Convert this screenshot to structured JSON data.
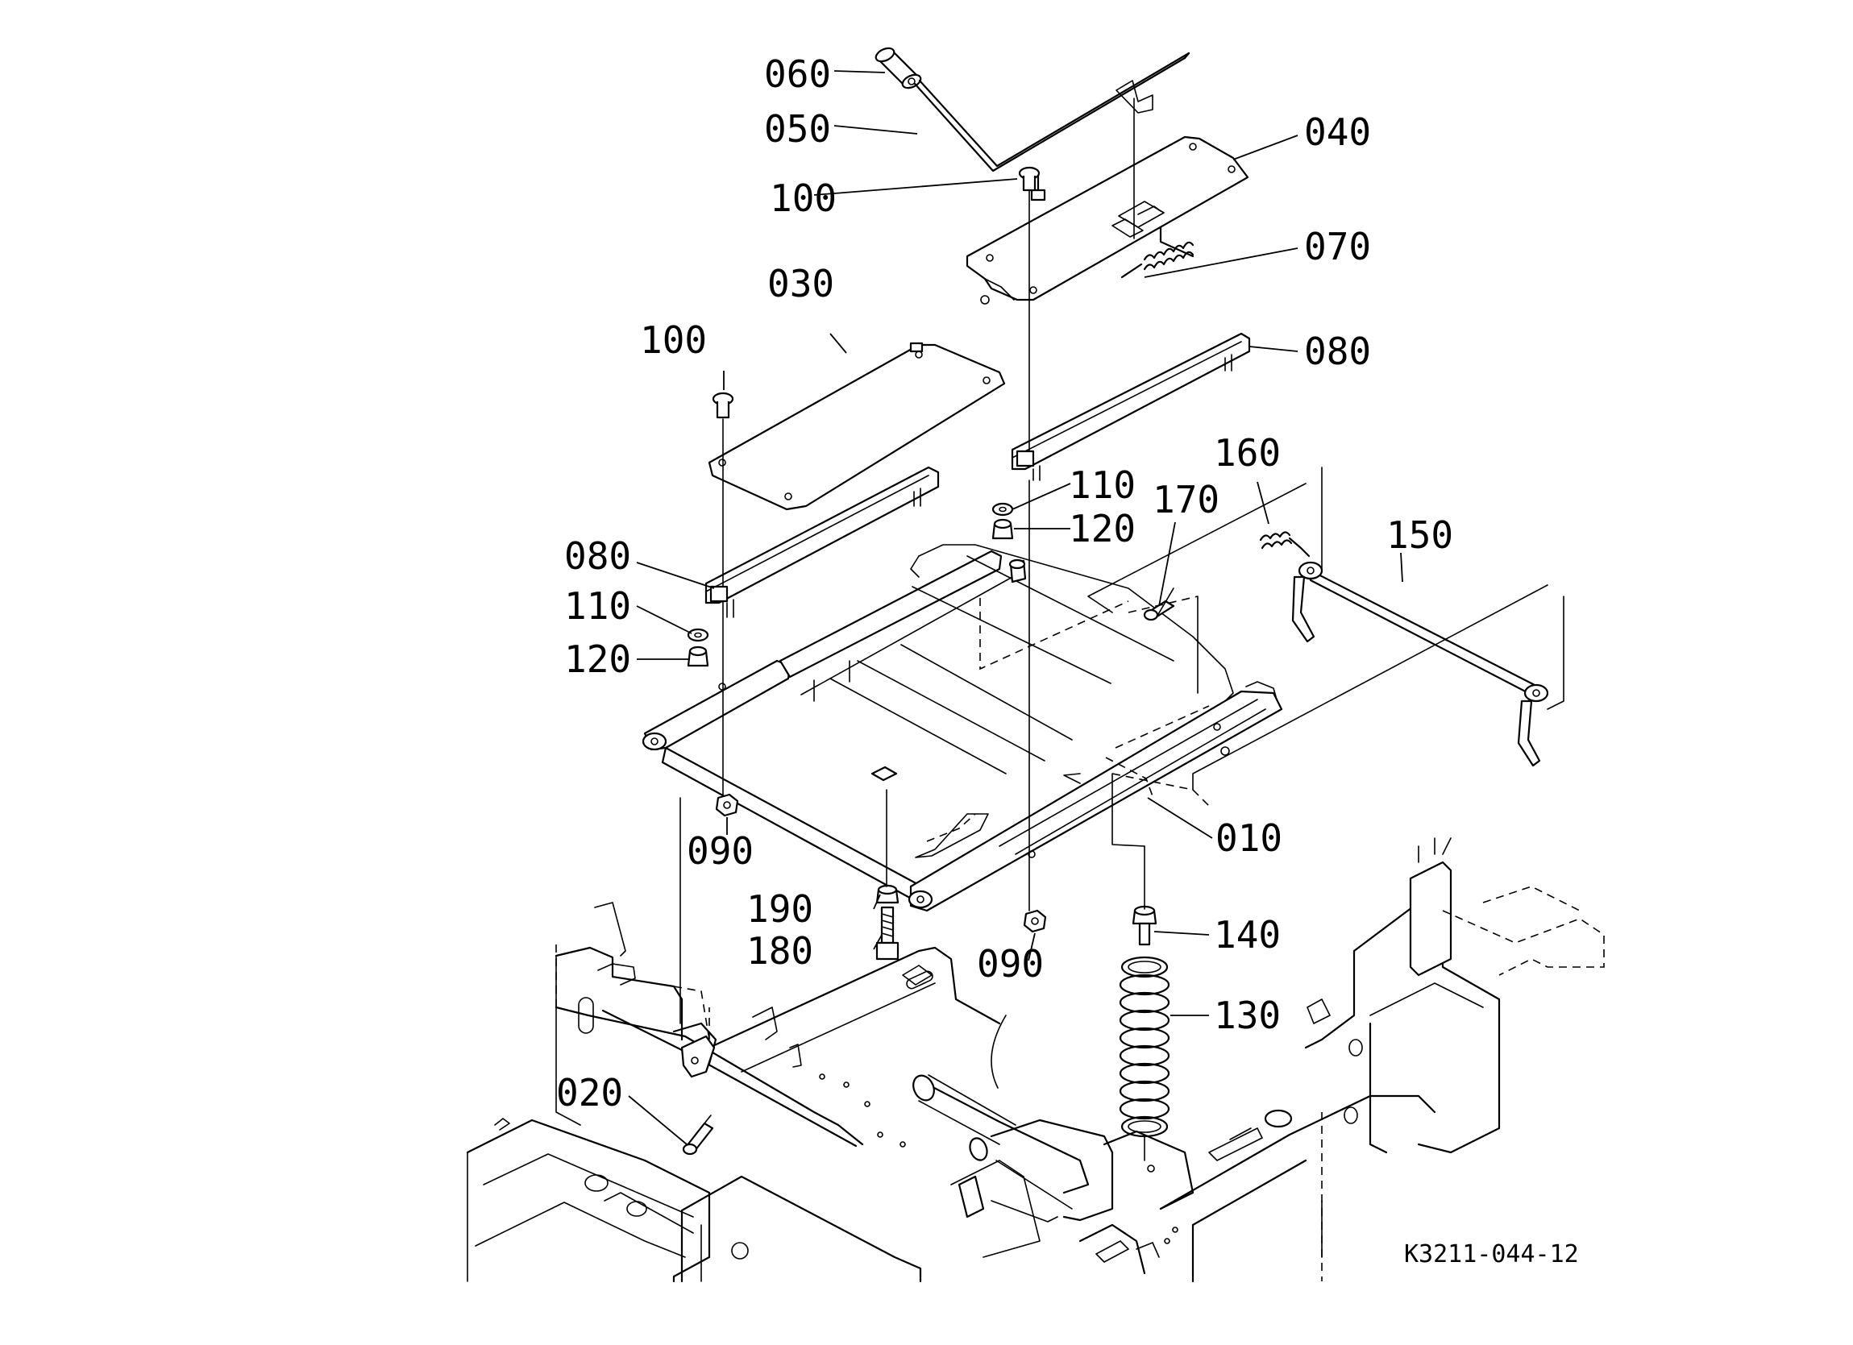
{
  "drawing_number": "K3211-044-12",
  "callouts": {
    "c010": "010",
    "c020": "020",
    "c030": "030",
    "c040": "040",
    "c050": "050",
    "c060": "060",
    "c070": "070",
    "c080a": "080",
    "c080b": "080",
    "c090a": "090",
    "c090b": "090",
    "c100a": "100",
    "c100b": "100",
    "c110a": "110",
    "c110b": "110",
    "c120a": "120",
    "c120b": "120",
    "c130": "130",
    "c140": "140",
    "c150": "150",
    "c160": "160",
    "c170": "170",
    "c180": "180",
    "c190": "190"
  }
}
